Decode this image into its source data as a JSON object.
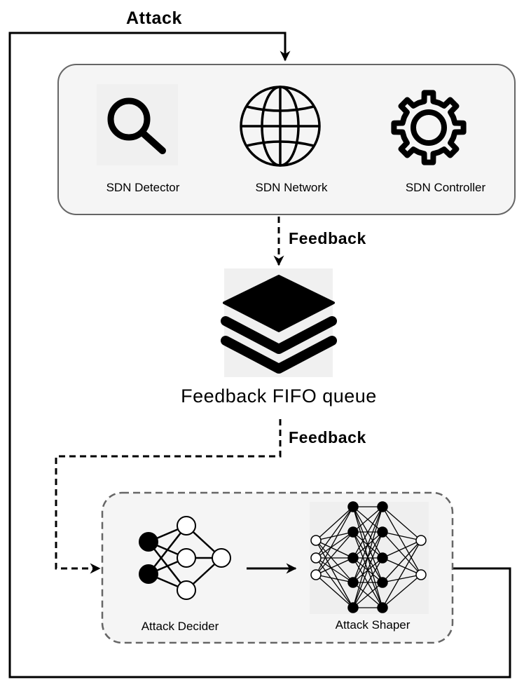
{
  "edges": {
    "attack_label": "Attack",
    "feedback_label_top": "Feedback",
    "feedback_label_bottom": "Feedback"
  },
  "sdn_group": {
    "detector_label": "SDN Detector",
    "network_label": "SDN Network",
    "controller_label": "SDN Controller"
  },
  "queue": {
    "label": "Feedback FIFO queue"
  },
  "attacker_group": {
    "decider_label": "Attack Decider",
    "shaper_label": "Attack Shaper"
  }
}
